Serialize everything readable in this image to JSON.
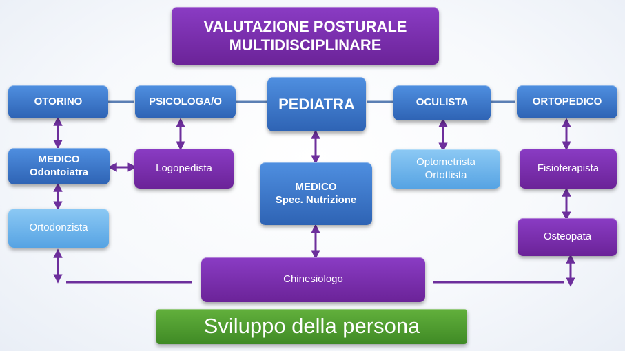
{
  "title": {
    "line1": "VALUTAZIONE POSTURALE",
    "line2": "MULTIDISCIPLINARE"
  },
  "nodes": {
    "otorino": "OTORINO",
    "psicologa": "PSICOLOGA/O",
    "pediatra": "PEDIATRA",
    "oculista": "OCULISTA",
    "ortopedico": "ORTOPEDICO",
    "medico_odontoiatra": {
      "line1": "MEDICO",
      "line2": "Odontoiatra"
    },
    "logopedista": "Logopedista",
    "medico_nutrizione": {
      "line1": "MEDICO",
      "line2": "Spec. Nutrizione"
    },
    "optometrista": {
      "line1": "Optometrista",
      "line2": "Ortottista"
    },
    "fisioterapista": "Fisioterapista",
    "ortodonzista": "Ortodonzista",
    "osteopata": "Osteopata",
    "chinesiologo": "Chinesiologo"
  },
  "footer": "Sviluppo della persona",
  "colors": {
    "purple": "#7a2fb0",
    "blue": "#3a74c8",
    "light_blue": "#6cb4ea",
    "green": "#4f9a2e",
    "connector_line": "#5b7fb4",
    "arrow": "#6d2f9c"
  }
}
